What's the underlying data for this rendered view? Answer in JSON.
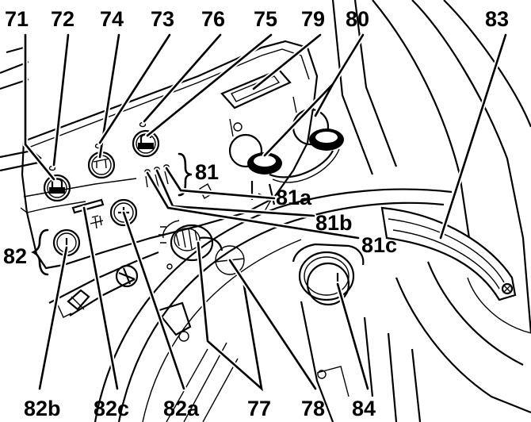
{
  "callouts": {
    "c71": "71",
    "c72": "72",
    "c74": "74",
    "c73": "73",
    "c76": "76",
    "c75": "75",
    "c79": "79",
    "c80": "80",
    "c83": "83",
    "c81": "81",
    "c81a": "81a",
    "c81b": "81b",
    "c81c": "81c",
    "c82": "82",
    "c82b": "82b",
    "c82c": "82c",
    "c82a": "82a",
    "c77": "77",
    "c78": "78",
    "c84": "84"
  },
  "icons": {
    "i71": "lock-closed-icon",
    "i75": "lock-open-icon",
    "i74": "torch-icon",
    "i82a": "plus-icon",
    "i82b": "minus-icon",
    "i82c": "program-selector-icon",
    "i77": "rotary-knob-icon",
    "i80": "socket-cap-icon",
    "i84": "gas-connector-icon"
  }
}
